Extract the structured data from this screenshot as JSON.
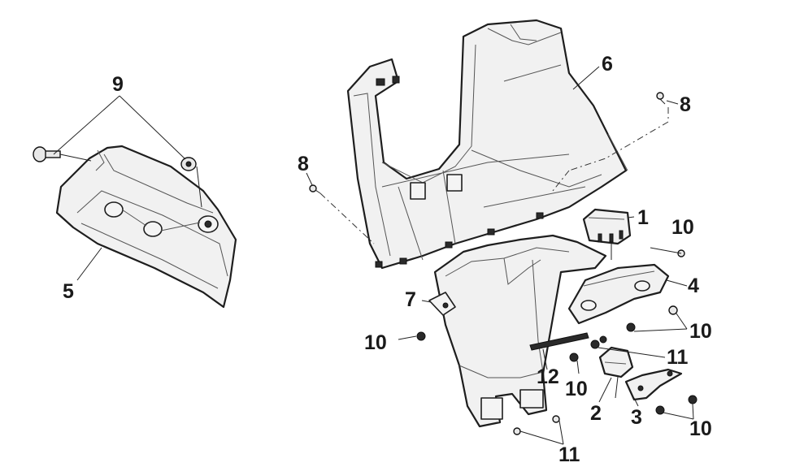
{
  "diagram": {
    "callouts": {
      "c1": "1",
      "c2": "2",
      "c3": "3",
      "c4": "4",
      "c5": "5",
      "c6": "6",
      "c7": "7",
      "c8a": "8",
      "c8b": "8",
      "c9": "9",
      "c10a": "10",
      "c10b": "10",
      "c10c": "10",
      "c10d": "10",
      "c10e": "10",
      "c11a": "11",
      "c11b": "11",
      "c12": "12"
    }
  }
}
